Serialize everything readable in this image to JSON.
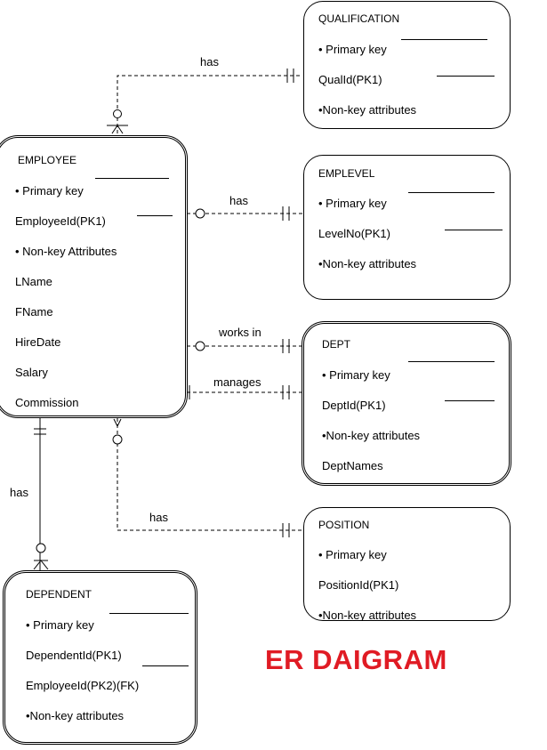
{
  "title": "ER DAIGRAM",
  "colors": {
    "title": "#e01b24",
    "line": "#000000"
  },
  "entities": {
    "qualification": {
      "name": "QUALIFICATION",
      "primary_key": "• Primary key",
      "pk": "QualId(PK1)",
      "non_key": "•Non-key attributes"
    },
    "employee": {
      "name": "EMPLOYEE",
      "primary_key": "• Primary key",
      "pk": "EmployeeId(PK1)",
      "non_key": "• Non-key Attributes",
      "attributes": [
        "LName",
        "FName",
        "HireDate",
        "Salary",
        "Commission"
      ]
    },
    "emplevel": {
      "name": "EMPLEVEL",
      "primary_key": "• Primary key",
      "pk": "LevelNo(PK1)",
      "non_key": "•Non-key attributes"
    },
    "dept": {
      "name": "DEPT",
      "primary_key": "• Primary key",
      "pk": "DeptId(PK1)",
      "non_key": "•Non-key attributes",
      "attributes": [
        "DeptNames"
      ]
    },
    "position": {
      "name": "POSITION",
      "primary_key": "• Primary key",
      "pk": "PositionId(PK1)",
      "non_key": "•Non-key attributes"
    },
    "dependent": {
      "name": "DEPENDENT",
      "primary_key": "• Primary key",
      "pk": "DependentId(PK1)",
      "fk": "EmployeeId(PK2)(FK)",
      "non_key": "•Non-key attributes"
    }
  },
  "relationships": {
    "employee_qualification": "has",
    "employee_emplevel": "has",
    "employee_dept_works": "works in",
    "employee_dept_manages": "manages",
    "employee_position": "has",
    "employee_dependent": "has"
  }
}
